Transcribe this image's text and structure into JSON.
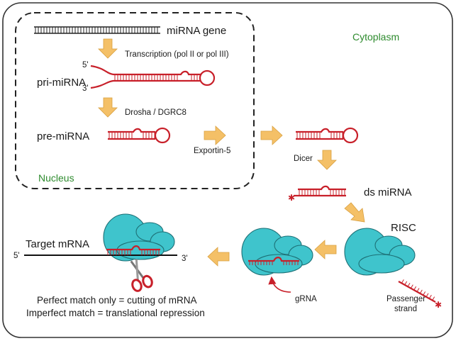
{
  "labels": {
    "mirna_gene": "miRNA gene",
    "cytoplasm": "Cytoplasm",
    "transcription": "Transcription (pol II or pol III)",
    "pri_mirna": "pri-miRNA",
    "five_prime_a": "5'",
    "three_prime_a": "3'",
    "drosha": "Drosha / DGRC8",
    "pre_mirna": "pre-miRNA",
    "exportin": "Exportin-5",
    "nucleus": "Nucleus",
    "dicer": "Dicer",
    "ds_mirna": "ds miRNA",
    "risc": "RISC",
    "target_mrna": "Target mRNA",
    "five_prime_b": "5'",
    "three_prime_b": "3'",
    "grna": "gRNA",
    "passenger_1": "Passenger",
    "passenger_2": "strand",
    "outcome_1": "Perfect match only = cutting of mRNA",
    "outcome_2": "Imperfect match = translational repression"
  },
  "colors": {
    "rna": "#c8202a",
    "protein": "#3fc4cc",
    "arrow": "#f4c067",
    "compartment_label": "#2e8b2e"
  },
  "icons": {
    "scissors": "scissors-icon",
    "star": "star-icon"
  }
}
